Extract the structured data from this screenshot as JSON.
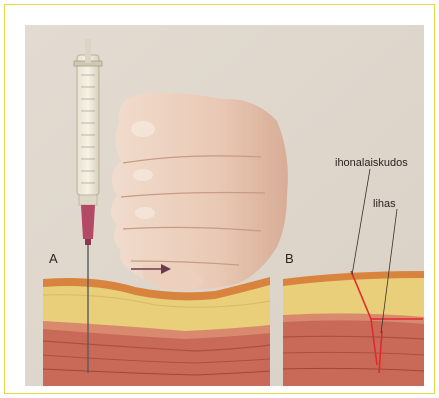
{
  "panel_labels": {
    "a": "A",
    "b": "B"
  },
  "annotations": {
    "subcutaneous": "ihonalaiskudos",
    "muscle": "lihas"
  },
  "colors": {
    "frame_border": "#e6d84a",
    "page_background": "#ece4da",
    "needle_hub": "#b24a66",
    "skin": "#d8843f",
    "fat": "#e9cf7a",
    "muscle": "#c96a58",
    "guide_line": "#e02a2a",
    "arrow": "#6b3a4e"
  }
}
